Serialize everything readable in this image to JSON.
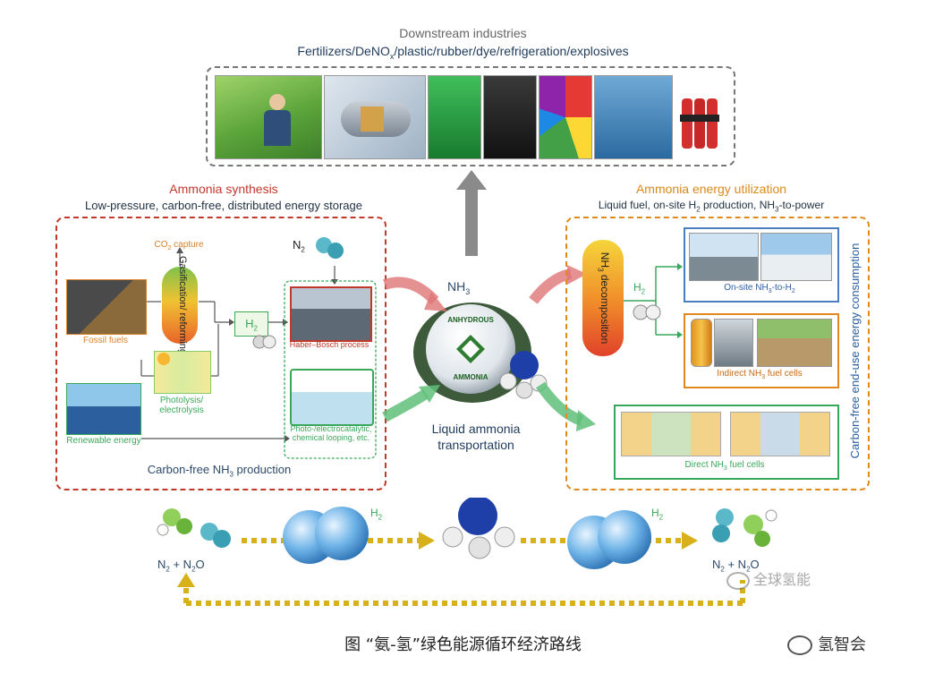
{
  "downstream": {
    "title": "Downstream industries",
    "subtitle_a": "Fertilizers/DeNO",
    "subtitle_sub": "x",
    "subtitle_b": "/plastic/rubber/dye/refrigeration/explosives"
  },
  "synthesis": {
    "title": "Ammonia synthesis",
    "subtitle": "Low-pressure, carbon-free, distributed energy storage",
    "co2_a": "CO",
    "co2_sub": "2",
    "co2_b": " capture",
    "gasification": "Gasification/ reforming",
    "fossil": "Fossil fuels",
    "photolysis": "Photolysis/ electrolysis",
    "renewable": "Renewable energy",
    "h2_a": "H",
    "h2_sub": "2",
    "n2_a": "N",
    "n2_sub": "2",
    "haber": "Haber–Bosch process",
    "photo_cat": "Photo-/electrocatalytic, chemical looping, etc.",
    "footer_a": "Carbon-free NH",
    "footer_sub": "3",
    "footer_b": " production"
  },
  "center": {
    "nh3_a": "NH",
    "nh3_sub": "3",
    "tank_top": "ANHYDROUS",
    "tank_bottom": "AMMONIA",
    "transport_line1": "Liquid ammonia",
    "transport_line2": "transportation"
  },
  "utilization": {
    "title": "Ammonia energy utilization",
    "subtitle_a": "Liquid fuel, on-site H",
    "subtitle_sub1": "2",
    "subtitle_b": " production, NH",
    "subtitle_sub2": "3",
    "subtitle_c": "-to-power",
    "decomp_a": "NH",
    "decomp_sub": "3",
    "decomp_b": " decomposition",
    "h2_a": "H",
    "h2_sub": "2",
    "onsite_a": "On-site NH",
    "onsite_sub1": "3",
    "onsite_b": "-to-H",
    "onsite_sub2": "2",
    "indirect_a": "Indirect NH",
    "indirect_sub": "3",
    "indirect_b": " fuel cells",
    "direct_a": "Direct NH",
    "direct_sub": "3",
    "direct_b": " fuel cells",
    "side_label": "Carbon-free end-use energy consumption"
  },
  "cycle": {
    "left_a": "N",
    "left_sub1": "2",
    "left_b": " + N",
    "left_sub2": "2",
    "left_c": "O",
    "right_a": "N",
    "right_sub1": "2",
    "right_b": " + N",
    "right_sub2": "2",
    "right_c": "O",
    "h2_left_a": "H",
    "h2_left_sub": "2",
    "h2_right_a": "H",
    "h2_right_sub": "2"
  },
  "watermark1": "全球氢能",
  "watermark2": "氢智会",
  "caption": "图 “氨-氢”绿色能源循环经济路线",
  "colors": {
    "red_dash": "#c0392b",
    "orange_dash": "#e08a1e",
    "green": "#3aa85a",
    "gold_dot": "#d8b11a",
    "h2_blue": "#5aa7e0",
    "gray_arrow": "#8a8a8a"
  }
}
